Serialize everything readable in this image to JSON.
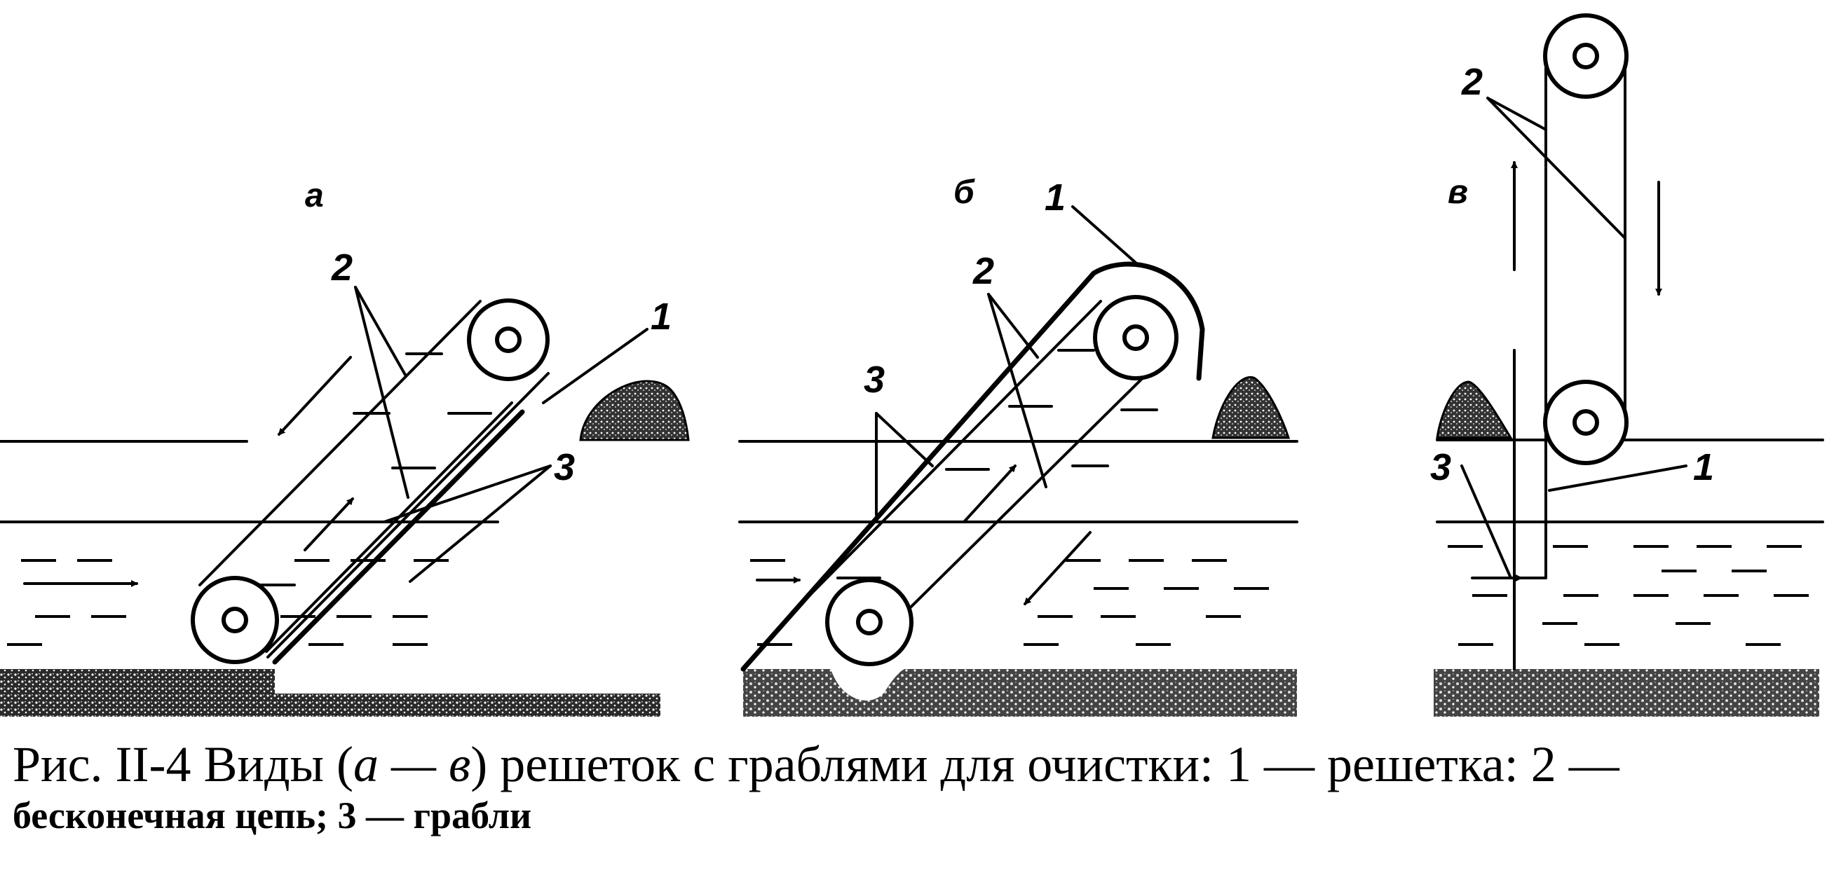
{
  "panels": [
    {
      "letter": "а",
      "labels": {
        "grate": "1",
        "chain": "2",
        "rakes": "3"
      }
    },
    {
      "letter": "б",
      "labels": {
        "grate": "1",
        "chain": "2",
        "rakes": "3"
      }
    },
    {
      "letter": "в",
      "labels": {
        "grate": "1",
        "chain": "2",
        "rakes": "3"
      }
    }
  ],
  "caption": {
    "prefix": "Рис. II-4  Виды (",
    "range": "а — в",
    "rest": ") решеток с граблями для очистки: 1 — решетка: 2 —",
    "line2": "бесконечная цепь; 3 — грабли"
  }
}
